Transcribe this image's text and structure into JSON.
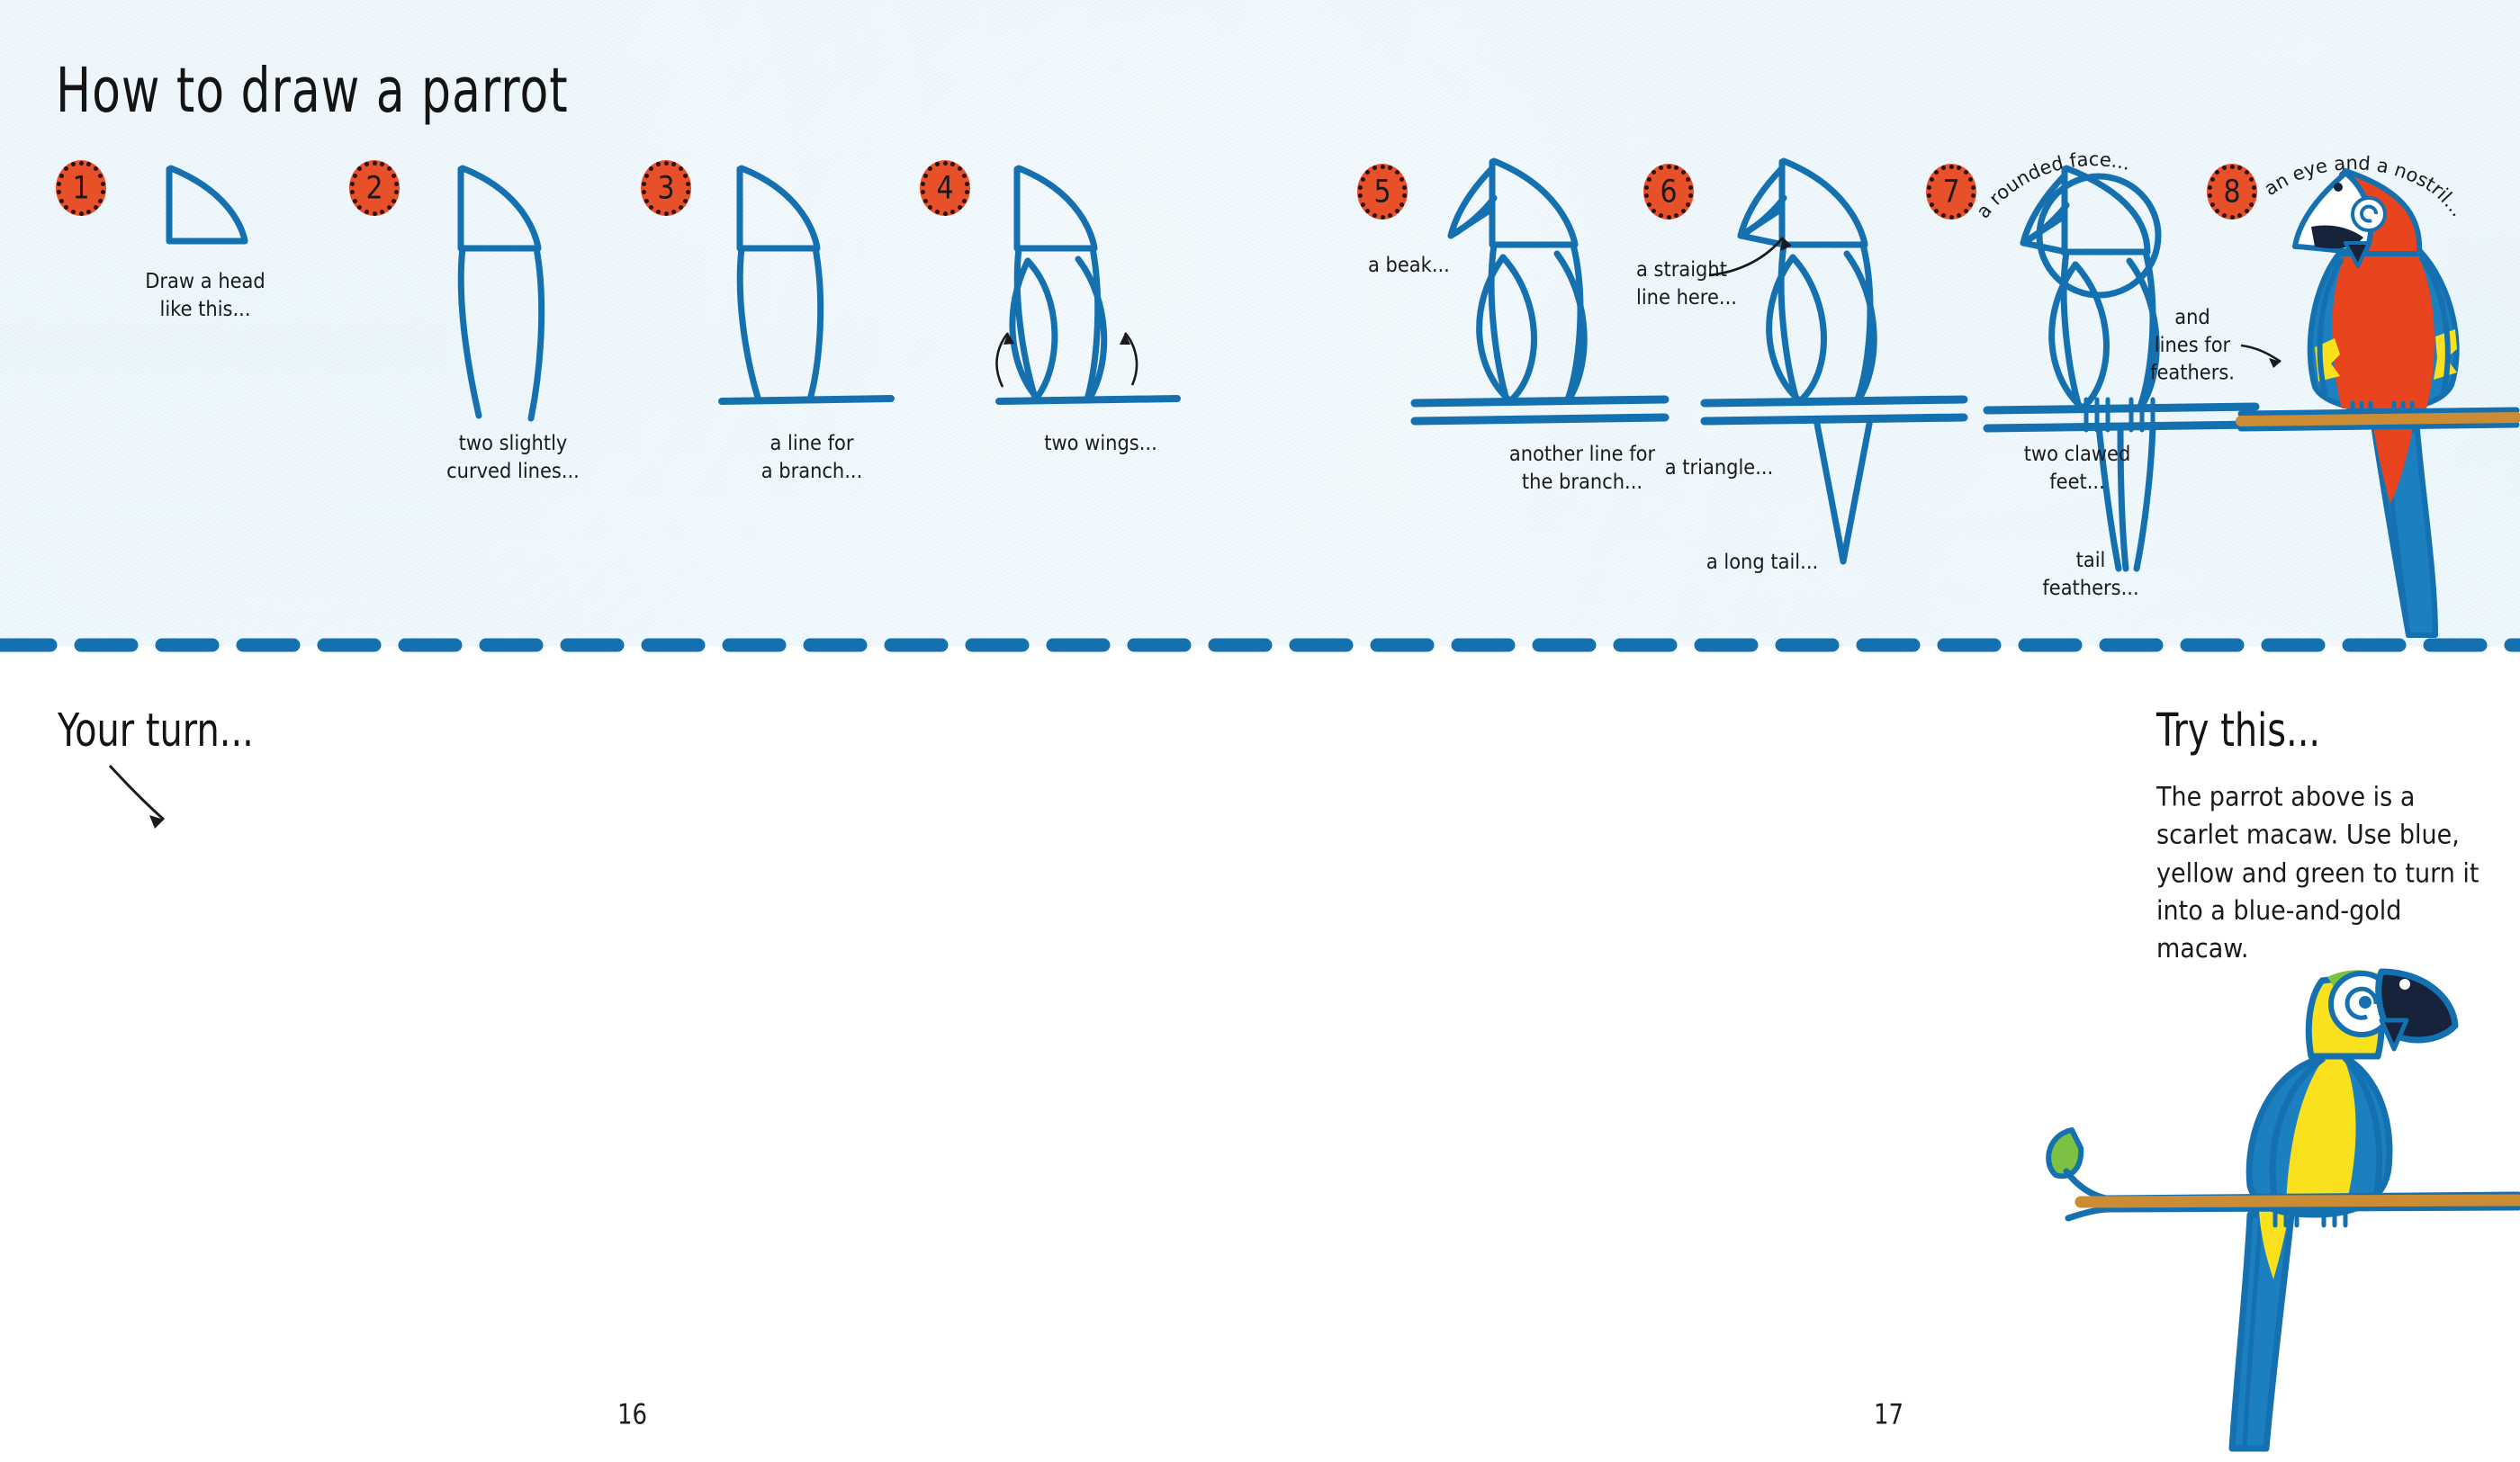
{
  "page": {
    "title": "How to draw a parrot",
    "background_color": "#d8ecf7",
    "ink_color": "#1570b0",
    "badge_color": "#e8502a",
    "text_color": "#1a1a1a",
    "page_number_left": "16",
    "page_number_right": "17"
  },
  "steps": [
    {
      "number": "1",
      "caption": "Draw a head\nlike this...",
      "curved_caption": ""
    },
    {
      "number": "2",
      "caption": "two slightly\ncurved lines...",
      "curved_caption": ""
    },
    {
      "number": "3",
      "caption": "a line for\na branch...",
      "curved_caption": ""
    },
    {
      "number": "4",
      "caption": "two wings...",
      "curved_caption": ""
    },
    {
      "number": "5",
      "caption": "a beak...",
      "caption2": "another line for\nthe branch...",
      "curved_caption": ""
    },
    {
      "number": "6",
      "caption": "a straight\nline here...",
      "caption2": "a triangle...",
      "caption3": "a long tail...",
      "curved_caption": ""
    },
    {
      "number": "7",
      "caption": "two clawed\nfeet...",
      "caption2": "tail\nfeathers...",
      "curved_caption": "a rounded face..."
    },
    {
      "number": "8",
      "caption": "and\nlines for\nfeathers.",
      "curved_caption": "an eye and a nostril..."
    }
  ],
  "bottom": {
    "your_turn_title": "Your turn...",
    "try_this_title": "Try this...",
    "try_this_body": "The parrot above is a\nscarlet macaw. Use blue,\nyellow and green to turn it\ninto a blue-and-gold macaw."
  },
  "colors": {
    "scarlet_body": "#e8451f",
    "macaw_blue": "#1b7fc0",
    "macaw_yellow": "#f9e11e",
    "branch_brown": "#cb8c34",
    "leaf_green": "#7cc142",
    "beak_dark": "#16233a",
    "beak_white": "#ffffff"
  }
}
